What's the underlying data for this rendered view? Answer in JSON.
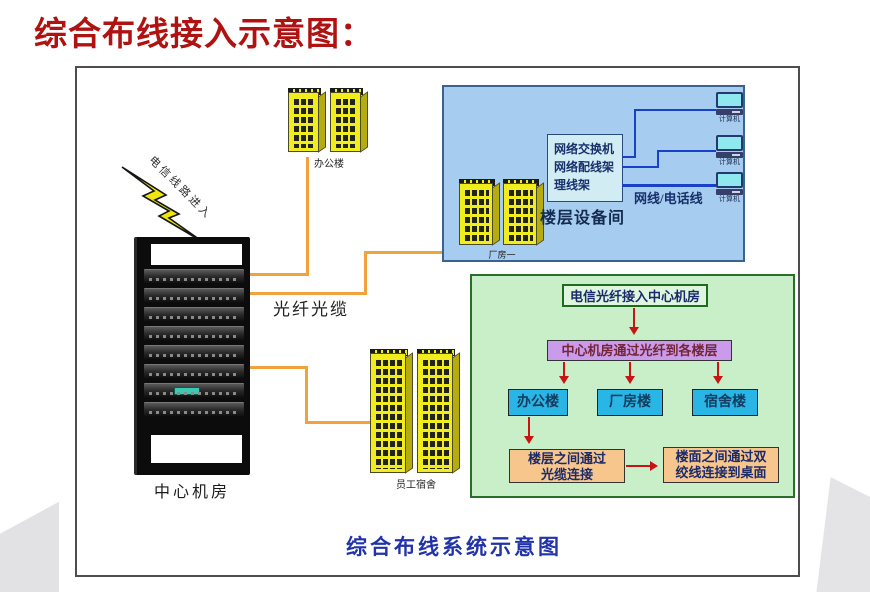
{
  "slide": {
    "title": "综合布线接入示意图：",
    "caption": "综合布线系统示意图"
  },
  "left_section": {
    "lightning_label": "电信线路进入",
    "rack_label": "中心机房",
    "fiber_cable_label": "光纤光缆",
    "office_buildings_label": "办公楼",
    "dorm_buildings_label": "员工宿舍"
  },
  "floor_room_panel": {
    "buildings_label": "厂房一",
    "equipment_lines": [
      "网络交换机",
      "网络配线架",
      "理线架"
    ],
    "panel_label": "楼层设备间",
    "cable_label": "网线/电话线",
    "computer_label": "计算机"
  },
  "flow_panel": {
    "step_top": "电信光纤接入中心机房",
    "step_distribute": "中心机房通过光纤到各楼层",
    "buildings": [
      "办公楼",
      "厂房楼",
      "宿舍楼"
    ],
    "step_floor_line1": "楼层之间通过",
    "step_floor_line2": "光缆连接",
    "step_desk_line1": "楼面之间通过双",
    "step_desk_line2": "绞线连接到桌面"
  },
  "colors": {
    "title_red": "#B01212",
    "caption_blue": "#2233AA",
    "fiber_orange": "#F0A23C",
    "cable_blue": "#1840C8",
    "arrow_red": "#C81414",
    "panel_blue": "#A6CDF0",
    "panel_green": "#C9EFC9",
    "box_cyan": "#29B5E6",
    "box_purple": "#C99BEA",
    "box_orange": "#F6C68C",
    "building_yellow": "#F0EC1E"
  }
}
